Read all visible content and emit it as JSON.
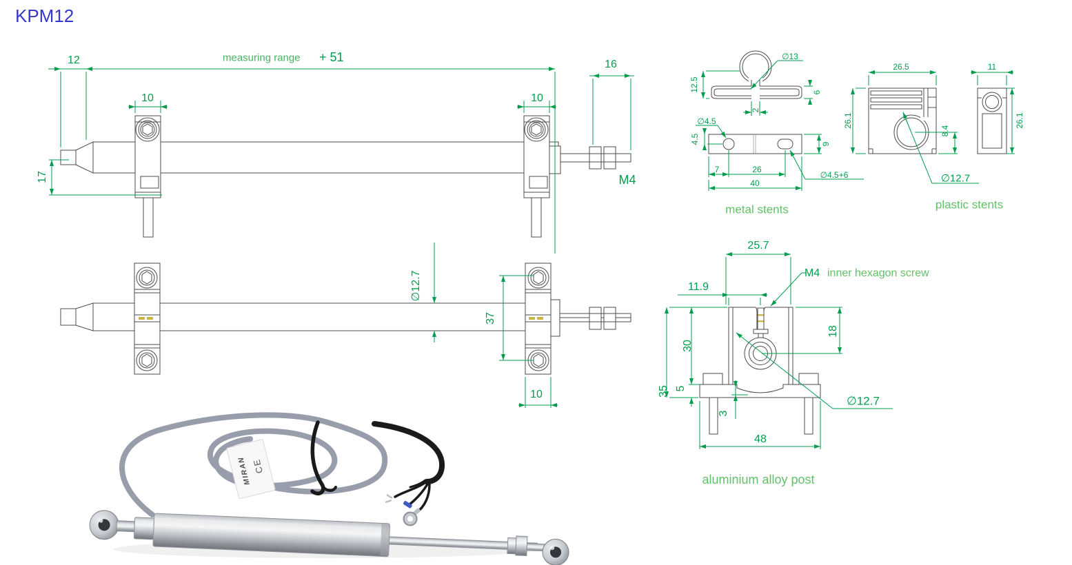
{
  "title": "KPM12",
  "colors": {
    "dimension_green": "#009e4c",
    "caption_green": "#62c168",
    "title_blue": "#3538c8",
    "line_gray": "#4b4b4b"
  },
  "front_view": {
    "dim_12": "12",
    "range_label": "measuring range",
    "range_value": "+ 51",
    "dim_10_left": "10",
    "dim_10_right": "10",
    "dim_16": "16",
    "dim_17": "17",
    "thread_label": "M4"
  },
  "top_view": {
    "dim_diameter": "∅12.7",
    "dim_37": "37",
    "dim_10": "10"
  },
  "metal_stents": {
    "caption": "metal stents",
    "dim_d13": "∅13",
    "dim_12_5": "12.5",
    "dim_6": "6",
    "dim_2": "2",
    "dim_d4_5": "∅4.5",
    "dim_4_5": "4.5",
    "dim_9": "9",
    "dim_7": "7",
    "dim_26": "26",
    "dim_40": "40",
    "dim_slot": "∅4.5+6"
  },
  "plastic_stents": {
    "caption": "plastic stents",
    "dim_26_5": "26.5",
    "dim_26_1_left": "26.1",
    "dim_8_4": "8.4",
    "dim_d12_7": "∅12.7",
    "dim_11": "11",
    "dim_26_1_right": "26.1"
  },
  "alloy_post": {
    "caption": "aluminium alloy post",
    "screw_note_m4": "M4",
    "screw_note_text": "inner hexagon screw",
    "dim_25_7": "25.7",
    "dim_11_9": "11.9",
    "dim_35": "35",
    "dim_30": "30",
    "dim_5": "5",
    "dim_3": "3",
    "dim_18": "18",
    "dim_48": "48",
    "dim_d12_7": "∅12.7"
  },
  "photo": {
    "brand": "MIRAN",
    "ce_mark": "CE"
  }
}
